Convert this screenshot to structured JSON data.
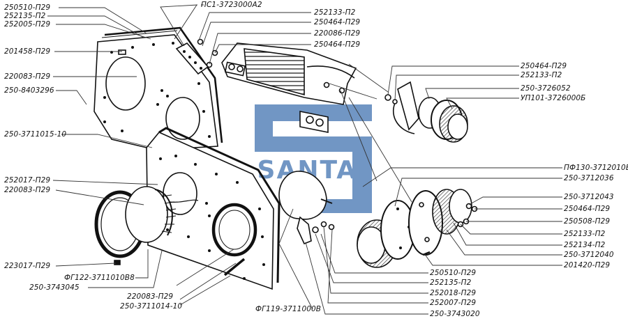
{
  "watermark": {
    "brand": "SANTAI",
    "color": "#3b6eae"
  },
  "colors": {
    "ink": "#111111",
    "paper": "#ffffff",
    "label_line": "#333333"
  },
  "labels_left": [
    {
      "id": "l1",
      "text": "250510-П29"
    },
    {
      "id": "l2",
      "text": "252135-П2"
    },
    {
      "id": "l3",
      "text": "252005-П29"
    },
    {
      "id": "l4",
      "text": "201458-П29"
    },
    {
      "id": "l5",
      "text": "220083-П29"
    },
    {
      "id": "l6",
      "text": "250-8403296"
    },
    {
      "id": "l7",
      "text": "250-3711015-10"
    },
    {
      "id": "l8",
      "text": "252017-П29"
    },
    {
      "id": "l9",
      "text": "220083-П29"
    },
    {
      "id": "l10",
      "text": "223017-П29"
    },
    {
      "id": "l11",
      "text": "ФГ122-3711010В8"
    },
    {
      "id": "l12",
      "text": "250-3743045"
    }
  ],
  "labels_top": [
    {
      "id": "t1",
      "text": "ПС1-3723000А2"
    },
    {
      "id": "t2",
      "text": "252133-П2"
    },
    {
      "id": "t3",
      "text": "250464-П29"
    },
    {
      "id": "t4",
      "text": "220086-П29"
    },
    {
      "id": "t5",
      "text": "250464-П29"
    }
  ],
  "labels_right": [
    {
      "id": "r1",
      "text": "250464-П29"
    },
    {
      "id": "r2",
      "text": "252133-П2"
    },
    {
      "id": "r3",
      "text": "250-3726052"
    },
    {
      "id": "r4",
      "text": "УП101-3726000Б"
    },
    {
      "id": "r5",
      "text": "ПФ130-3712010Б"
    },
    {
      "id": "r6",
      "text": "250-3712036"
    },
    {
      "id": "r7",
      "text": "250-3712043"
    },
    {
      "id": "r8",
      "text": "250464-П29"
    },
    {
      "id": "r9",
      "text": "250508-П29"
    },
    {
      "id": "r10",
      "text": "252133-П2"
    },
    {
      "id": "r11",
      "text": "252134-П2"
    },
    {
      "id": "r12",
      "text": "250-3712040"
    },
    {
      "id": "r13",
      "text": "201420-П29"
    }
  ],
  "labels_bottom": [
    {
      "id": "b1",
      "text": "220083-П29"
    },
    {
      "id": "b2",
      "text": "250-3711014-10"
    },
    {
      "id": "b3",
      "text": "ФГ119-3711000В"
    },
    {
      "id": "b4",
      "text": "250510-П29"
    },
    {
      "id": "b5",
      "text": "252135-П2"
    },
    {
      "id": "b6",
      "text": "252018-П29"
    },
    {
      "id": "b7",
      "text": "252007-П29"
    },
    {
      "id": "b8",
      "text": "250-3743020"
    }
  ]
}
